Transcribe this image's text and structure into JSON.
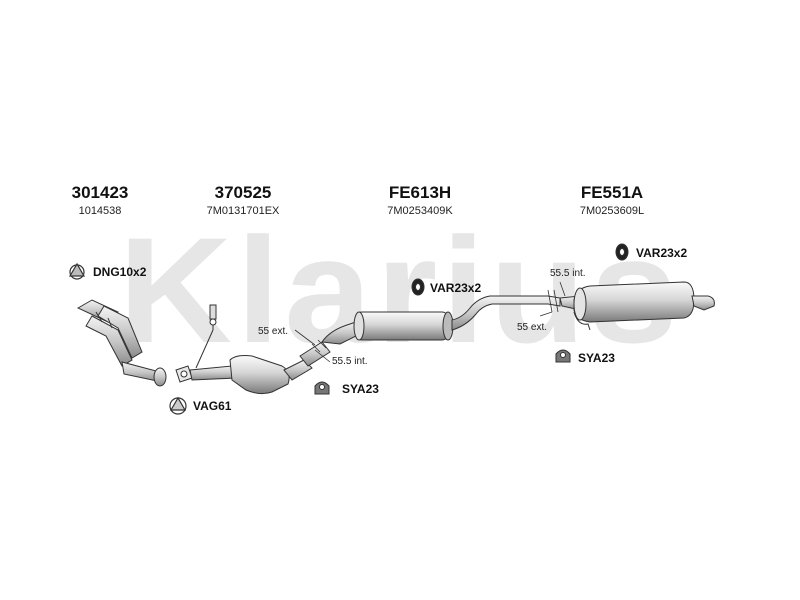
{
  "watermark": "Klarius",
  "parts": [
    {
      "part_no": "301423",
      "oem_no": "1014538"
    },
    {
      "part_no": "370525",
      "oem_no": "7M0131701EX"
    },
    {
      "part_no": "FE613H",
      "oem_no": "7M0253409K"
    },
    {
      "part_no": "FE551A",
      "oem_no": "7M0253609L"
    }
  ],
  "fittings": {
    "dng": "DNG10x2",
    "vag": "VAG61",
    "var_front": "VAR23x2",
    "sya_front": "SYA23",
    "var_rear": "VAR23x2",
    "sya_rear": "SYA23"
  },
  "dimensions": {
    "ext_front": "55 ext.",
    "int_front": "55.5 int.",
    "int_rear": "55.5 int.",
    "ext_rear": "55 ext."
  }
}
